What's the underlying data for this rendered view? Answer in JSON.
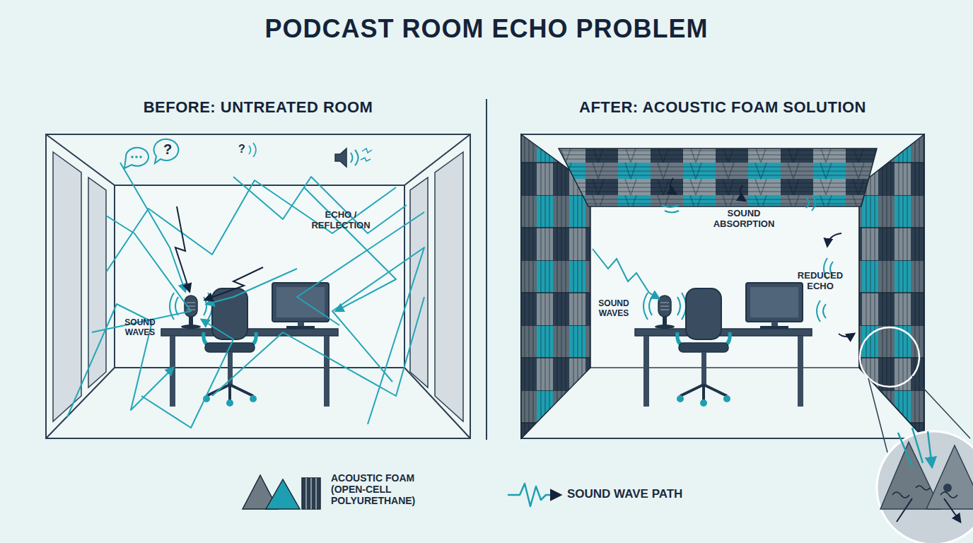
{
  "diagram": {
    "title": "PODCAST ROOM ECHO PROBLEM",
    "nodes": [
      {
        "text": [
          "BEFORE: UNTREATED ROOM"
        ]
      },
      {
        "text": [
          "AFTER: ACOUSTIC FOAM SOLUTION"
        ]
      }
    ],
    "labels": [
      "?",
      "?",
      "ECHO / REFLECTION",
      "SOUND WAVES",
      "SOUND ABSORPTION",
      "REDUCED ECHO",
      "SOUND WAVES"
    ],
    "legend": [
      {
        "text": "ACOUSTIC FOAM (OPEN-CELL POLYURETHANE)"
      },
      {
        "text": "SOUND WAVE PATH"
      }
    ]
  }
}
